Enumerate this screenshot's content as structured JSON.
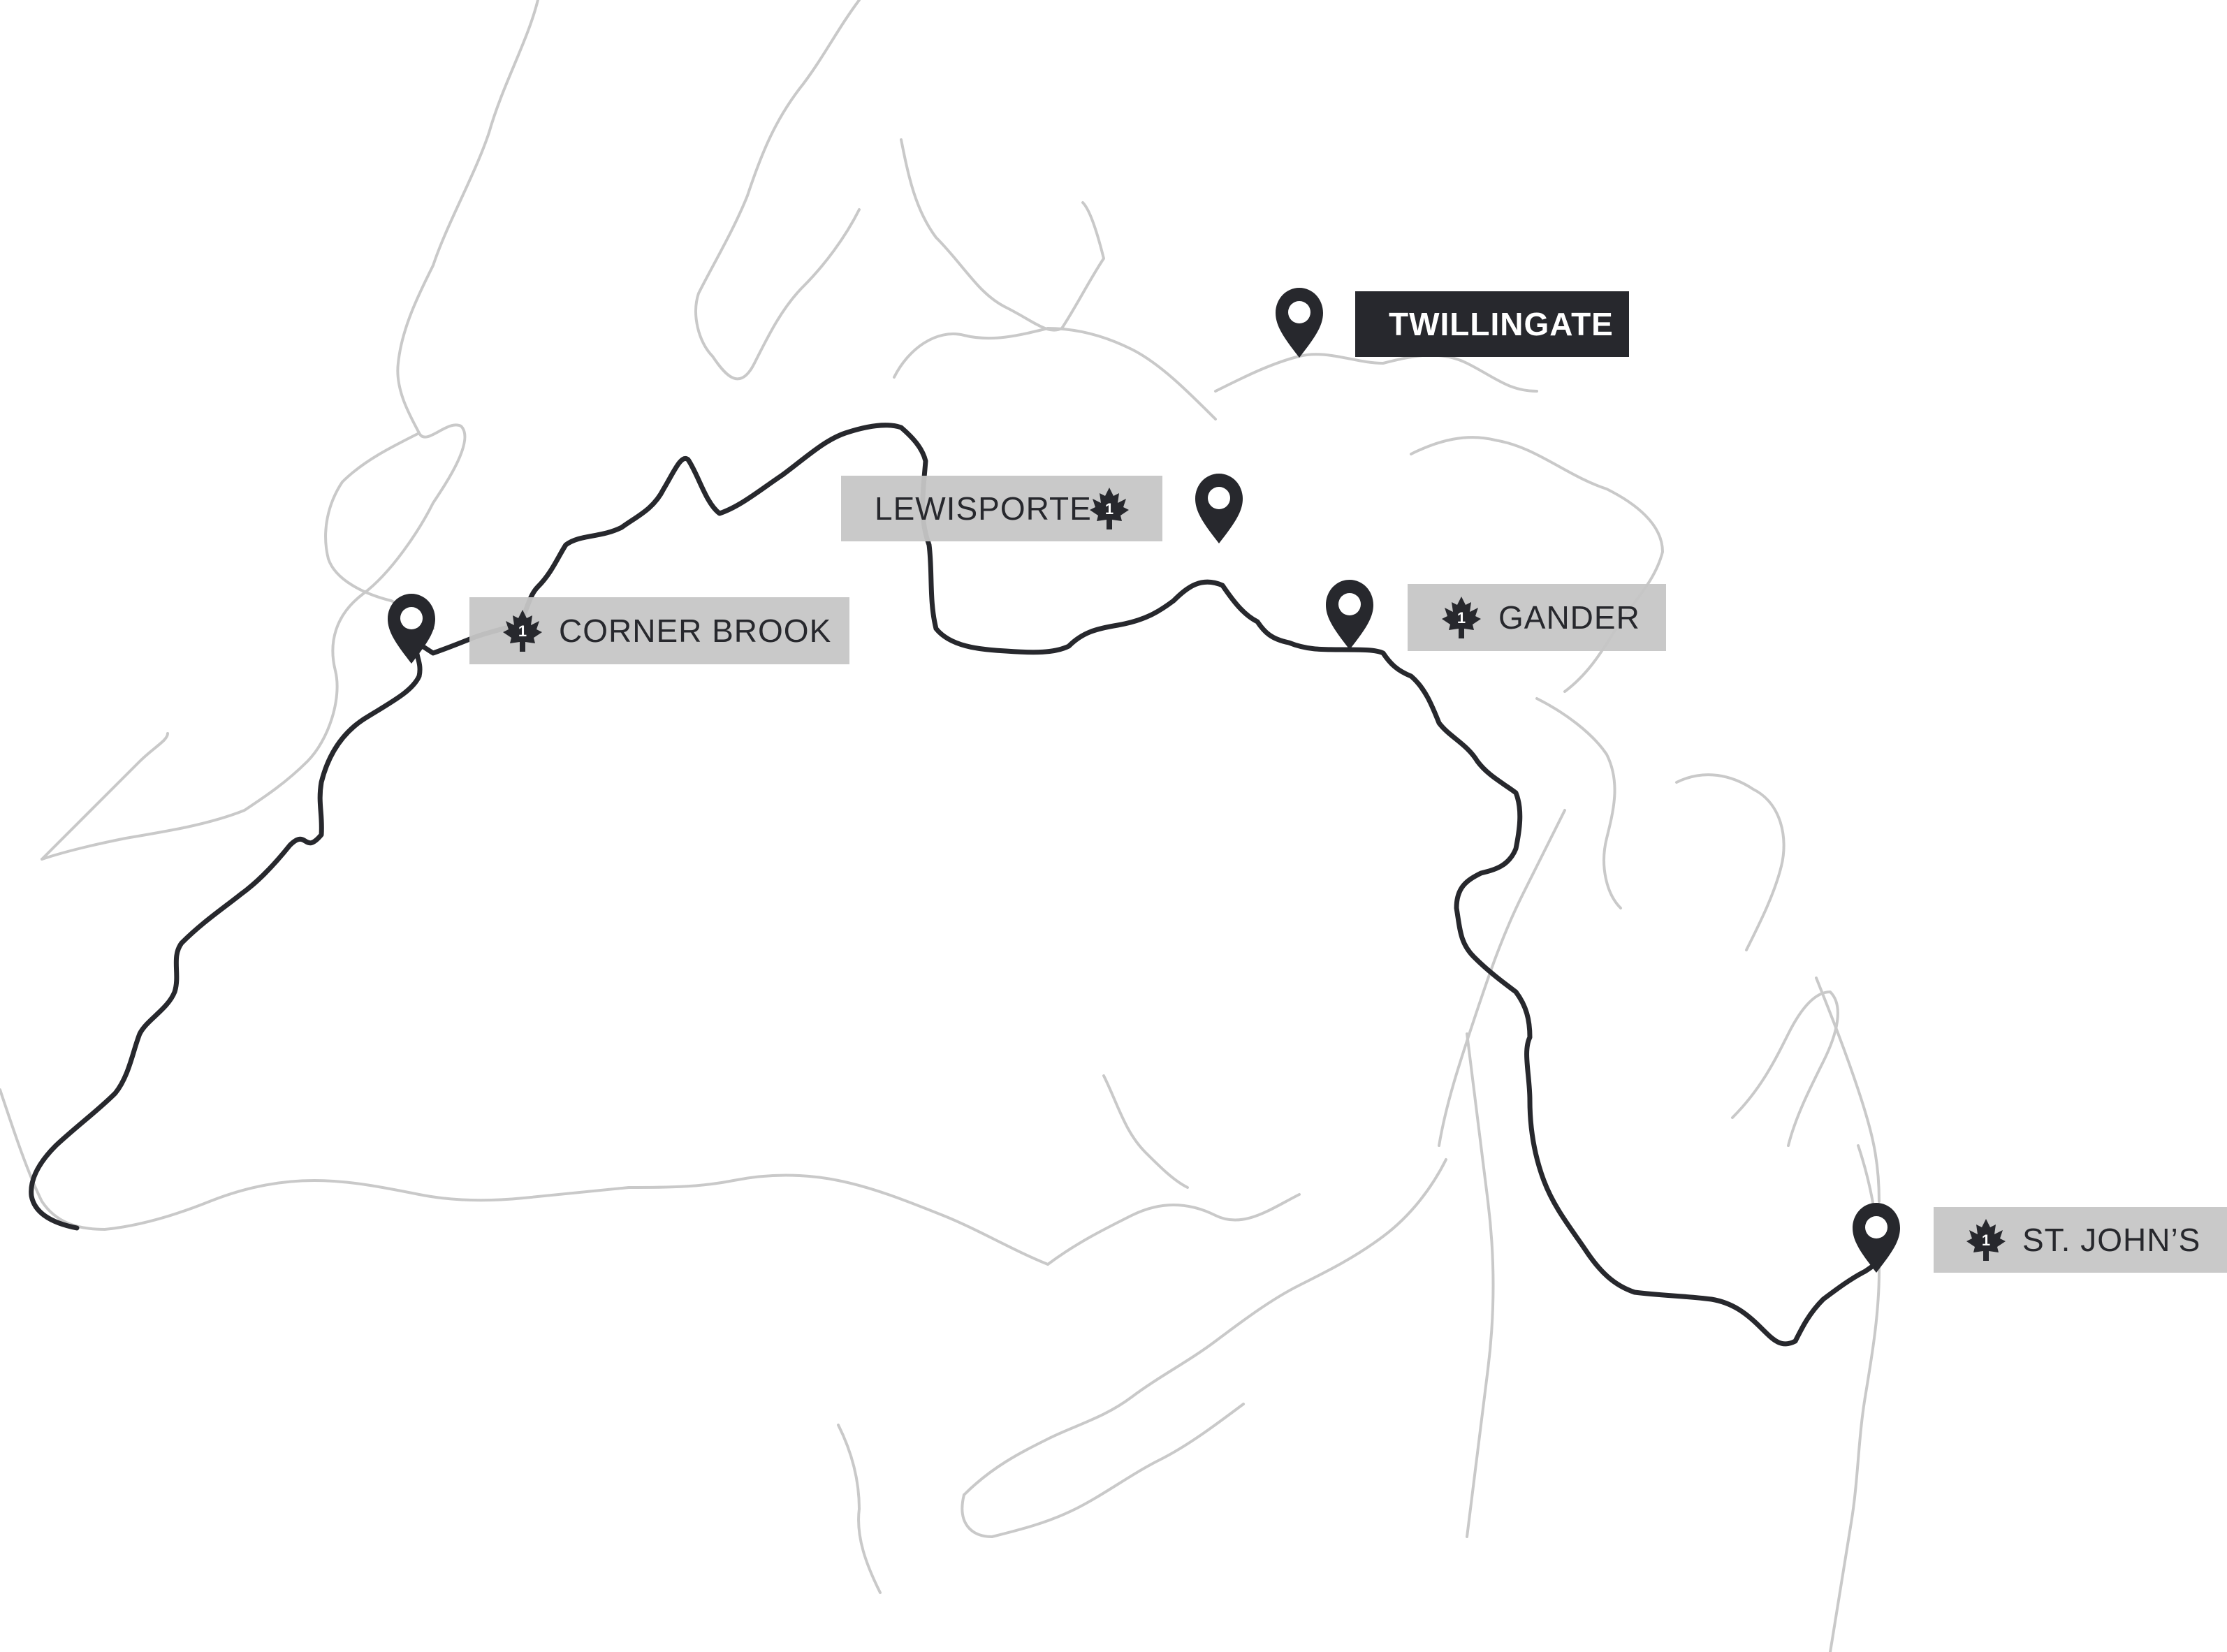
{
  "map": {
    "colors": {
      "route": "#27282d",
      "coastline": "#c9c9c9",
      "label_bg": "#c6c6c6",
      "highlight_bg": "#27282d"
    },
    "locations": [
      {
        "id": "corner-brook",
        "name": "CORNER BROOK",
        "badge": "1",
        "icon": "maple-leaf-icon",
        "style": "light"
      },
      {
        "id": "lewisporte",
        "name": "LEWISPORTE",
        "badge": "1",
        "icon": "maple-leaf-icon",
        "style": "light"
      },
      {
        "id": "gander",
        "name": "GANDER",
        "badge": "1",
        "icon": "maple-leaf-icon",
        "style": "light"
      },
      {
        "id": "twillingate",
        "name": "TWILLINGATE",
        "badge": "",
        "icon": "",
        "style": "dark"
      },
      {
        "id": "st-johns",
        "name": "ST. JOHN’S",
        "badge": "1",
        "icon": "maple-leaf-icon",
        "style": "light"
      }
    ]
  }
}
